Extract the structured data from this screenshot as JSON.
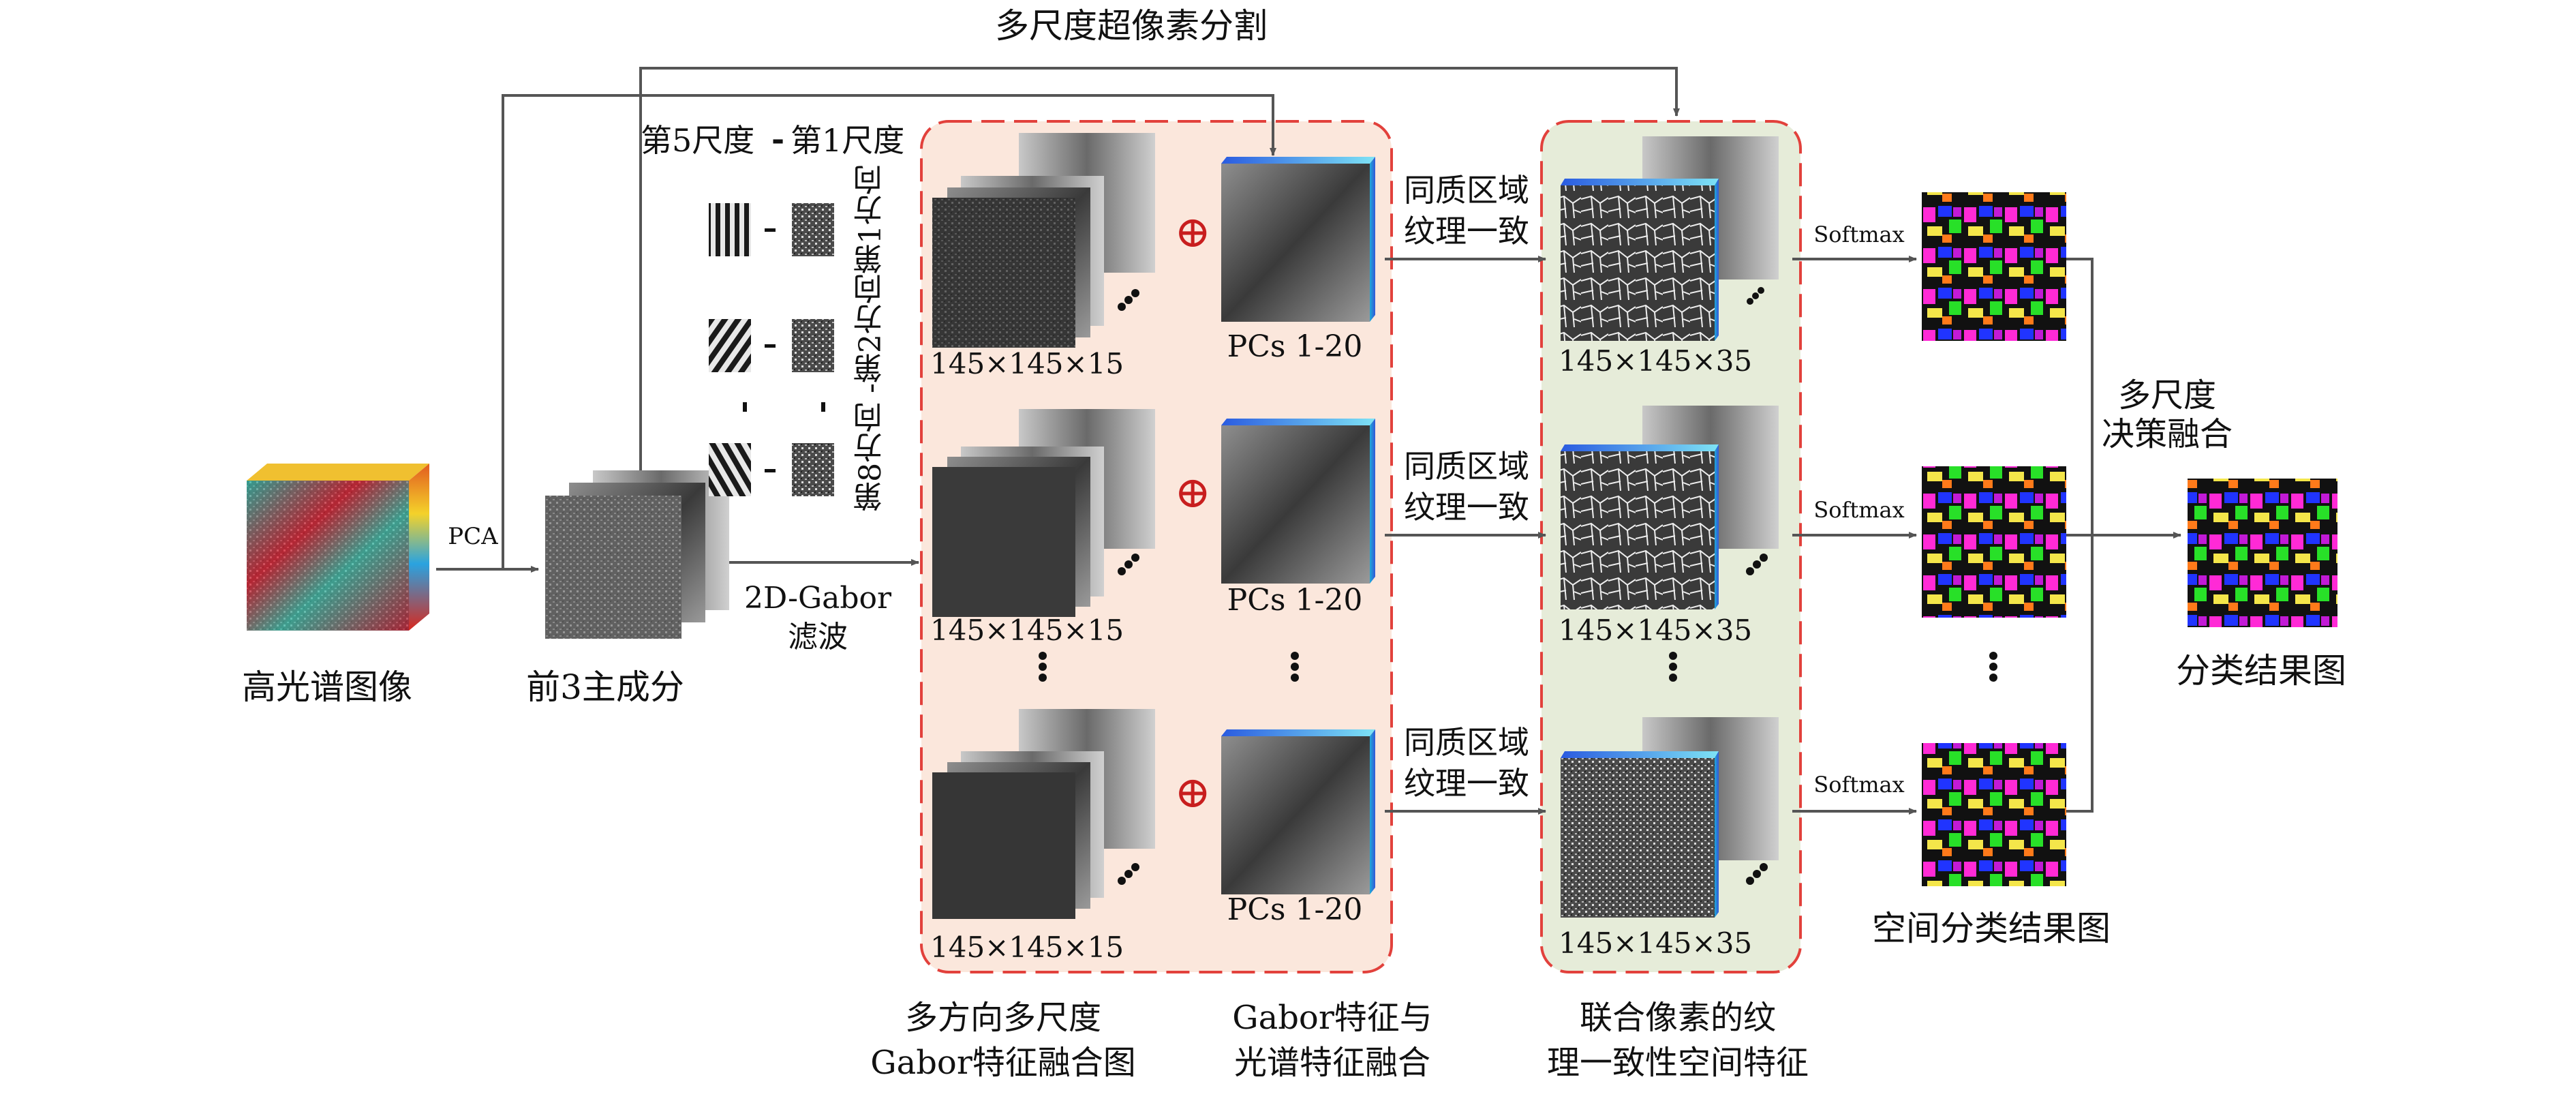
{
  "labels": {
    "top_multiscale_superpixel": "多尺度超像素分割",
    "hsi": "高光谱图像",
    "pca": "PCA",
    "first3_pcs": "前3主成分",
    "gabor_filter_line1": "2D-Gabor",
    "gabor_filter_line2": "滤波",
    "scale_range_left": "第5尺度",
    "scale_range_dash": "-",
    "scale_range_right": "第1尺度",
    "direction_label": "第8方向 -第2方向第1方向",
    "volume_size_15": "145×145×15",
    "pcs": "PCs 1-20",
    "plus_symbol": "⊕",
    "homog_line1": "同质区域",
    "homog_line2": "纹理一致",
    "volume_size_35": "145×145×35",
    "softmax": "Softmax",
    "multiscale_fusion_line1": "多尺度",
    "multiscale_fusion_line2": "决策融合",
    "final_map": "分类结果图",
    "spatial_maps": "空间分类结果图",
    "caption_fusion_line1": "多方向多尺度",
    "caption_fusion_line2": "Gabor特征融合图",
    "caption_concat_line1": "Gabor特征与",
    "caption_concat_line2": "光谱特征融合",
    "caption_joint_line1": "联合像素的纹",
    "caption_joint_line2": "理一致性空间特征"
  },
  "colors": {
    "panel_left_fill": "#fbe7dc",
    "panel_right_fill": "#e6ecd9",
    "panel_border": "#e2413c",
    "arrow": "#555555",
    "plus": "#c81e1e",
    "cube_side": "#1fa9d8",
    "cube_top": "#62d9f0"
  }
}
